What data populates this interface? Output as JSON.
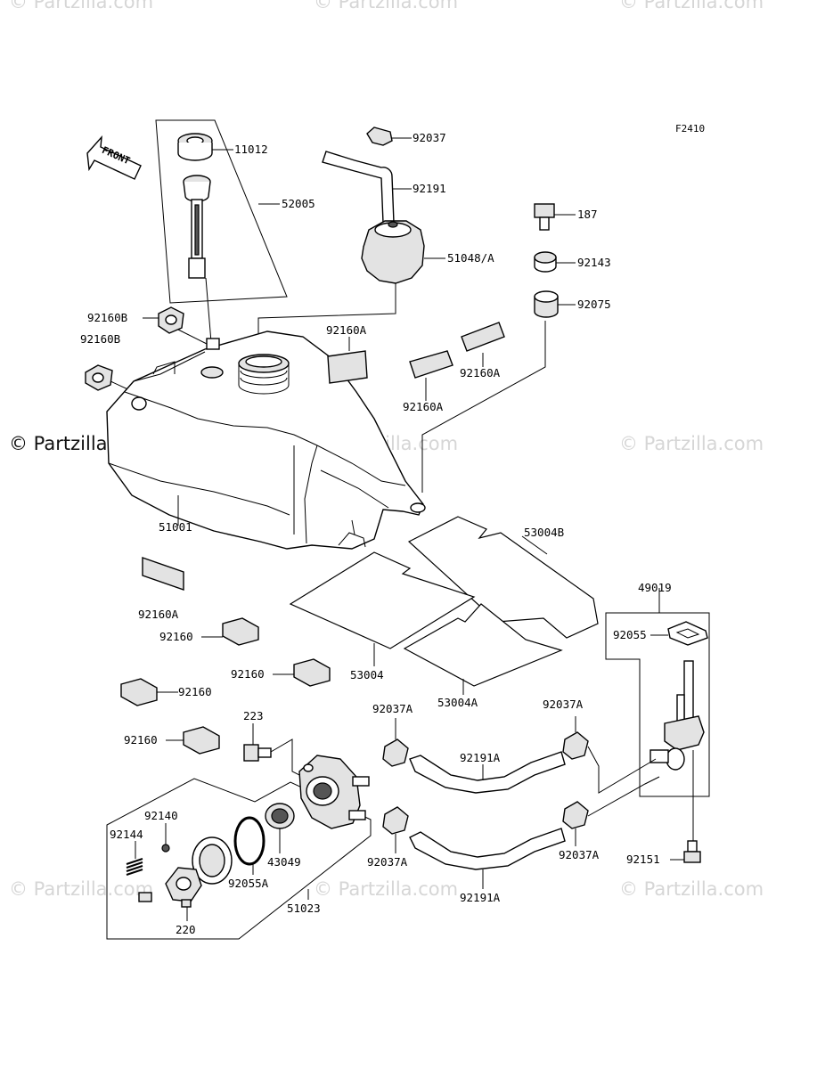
{
  "diagram_code": "F2410",
  "front_label": "FRONT",
  "watermarks": {
    "main": "© Partzilla.com",
    "faint": "© Partzilla.com"
  },
  "parts": {
    "p11012": "11012",
    "p52005": "52005",
    "p92037": "92037",
    "p92191": "92191",
    "p51048A": "51048/A",
    "p187": "187",
    "p92143": "92143",
    "p92075": "92075",
    "p92160B_1": "92160B",
    "p92160B_2": "92160B",
    "p92160A_1": "92160A",
    "p92160A_2": "92160A",
    "p92160A_3": "92160A",
    "p92160A_4": "92160A",
    "p51001": "51001",
    "p53004B": "53004B",
    "p53004": "53004",
    "p53004A": "53004A",
    "p49019": "49019",
    "p92055": "92055",
    "p92160_1": "92160",
    "p92160_2": "92160",
    "p92160_3": "92160",
    "p92160_4": "92160",
    "p223": "223",
    "p92037A_1": "92037A",
    "p92037A_2": "92037A",
    "p92037A_3": "92037A",
    "p92037A_4": "92037A",
    "p92191A_1": "92191A",
    "p92191A_2": "92191A",
    "p92140": "92140",
    "p92144": "92144",
    "p43049": "43049",
    "p92055A": "92055A",
    "p51023": "51023",
    "p220": "220",
    "p92151": "92151"
  }
}
